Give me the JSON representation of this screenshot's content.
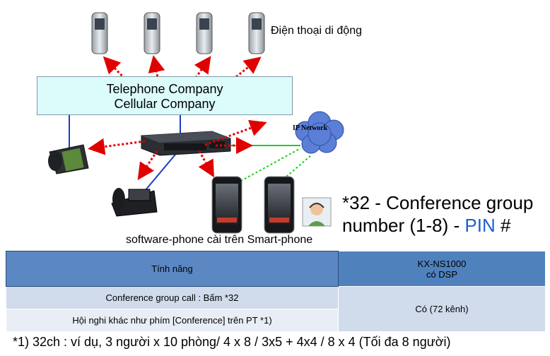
{
  "diagram": {
    "mobile_label": "Điện thoại di động",
    "carrier_line1": "Telephone Company",
    "carrier_line2": "Cellular Company",
    "ip_network_label": "IP Network",
    "smartphone_label": "software-phone cài trên Smart-phone",
    "feature_text": "*32 - Conference group number (1-8)  - ",
    "feature_pin": "PIN",
    "feature_tail": " #",
    "colors": {
      "red_arrow": "#e00000",
      "green_line": "#22cc22",
      "blue_line": "#1a3fbf",
      "cloud": "#5b7fd6"
    },
    "icons": [
      "mobile-phone-icon",
      "pbx-device-icon",
      "desk-phone-icon",
      "ip-cloud-icon",
      "smartphone-icon",
      "user-headset-icon"
    ]
  },
  "table": {
    "header_feature": "Tính năng",
    "header_model_line1": "KX-NS1000",
    "header_model_line2": "có DSP",
    "rows": [
      "Conference group call : Bấm *32",
      "Hội nghi khác như phím [Conference] trên PT *1)"
    ],
    "value": "Có (72 kênh)"
  },
  "footnote": "*1) 32ch :  ví dụ, 3 người x 10 phòng/ 4 x 8 / 3x5 + 4x4 / 8 x 4 (Tối đa 8 người)"
}
